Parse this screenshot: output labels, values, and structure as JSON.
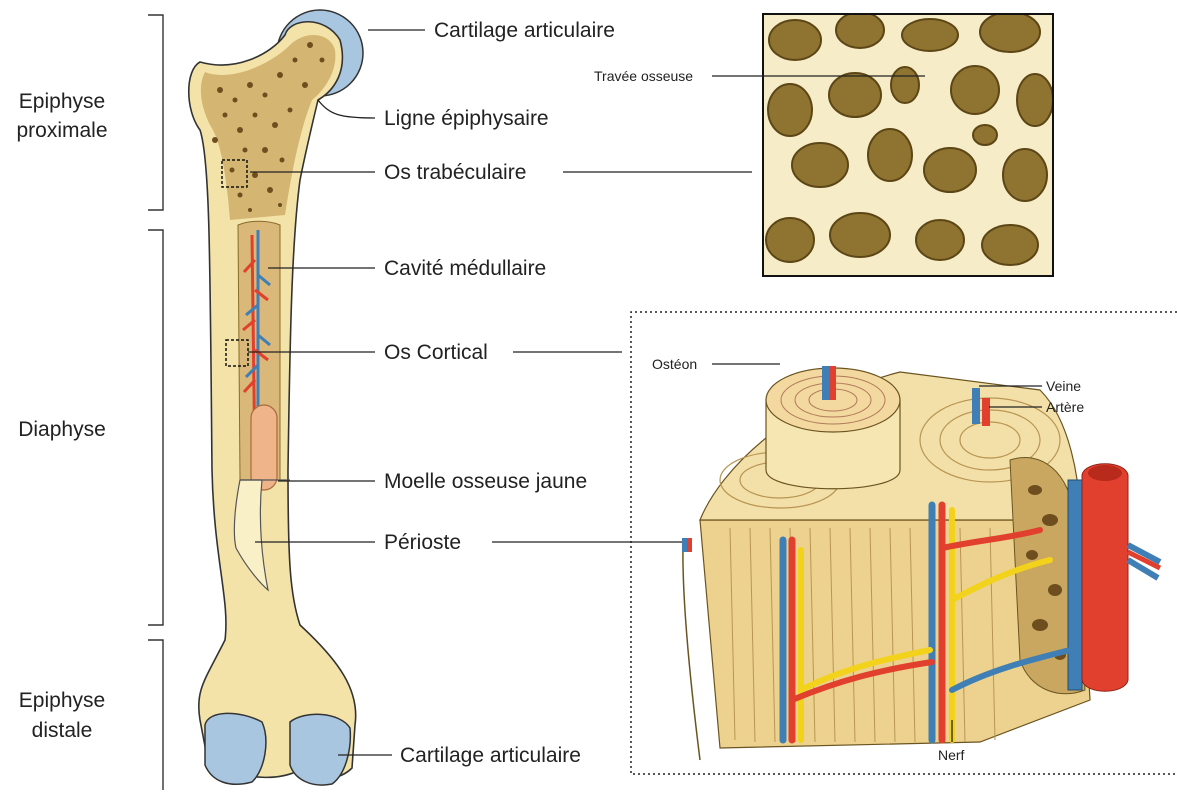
{
  "regions": {
    "proximal_line1": "Epiphyse",
    "proximal_line2": "proximale",
    "diaphysis": "Diaphyse",
    "distal_line1": "Epiphyse",
    "distal_line2": "distale"
  },
  "labels": {
    "cartilage_top": "Cartilage articulaire",
    "epiphyseal_line": "Ligne épiphysaire",
    "trabecular_bone": "Os trabéculaire",
    "medullary_cavity": "Cavité médullaire",
    "cortical_bone": "Os Cortical",
    "yellow_marrow": "Moelle osseuse jaune",
    "periosteum": "Périoste",
    "cartilage_bottom": "Cartilage articulaire"
  },
  "inset_trabecular": {
    "trabecula_label": "Travée osseuse"
  },
  "inset_cortical": {
    "osteon_label": "Ostéon",
    "vein_label": "Veine",
    "artery_label": "Artère",
    "nerve_label": "Nerf"
  },
  "colors": {
    "bone": "#f3e2a8",
    "bone_shade": "#e0c77c",
    "spongy": "#8a6a2a",
    "cartilage": "#a9c6e0",
    "artery": "#e2402e",
    "vein": "#3f7fb5",
    "nerve": "#f2d21a",
    "marrow": "#f0b48a"
  }
}
